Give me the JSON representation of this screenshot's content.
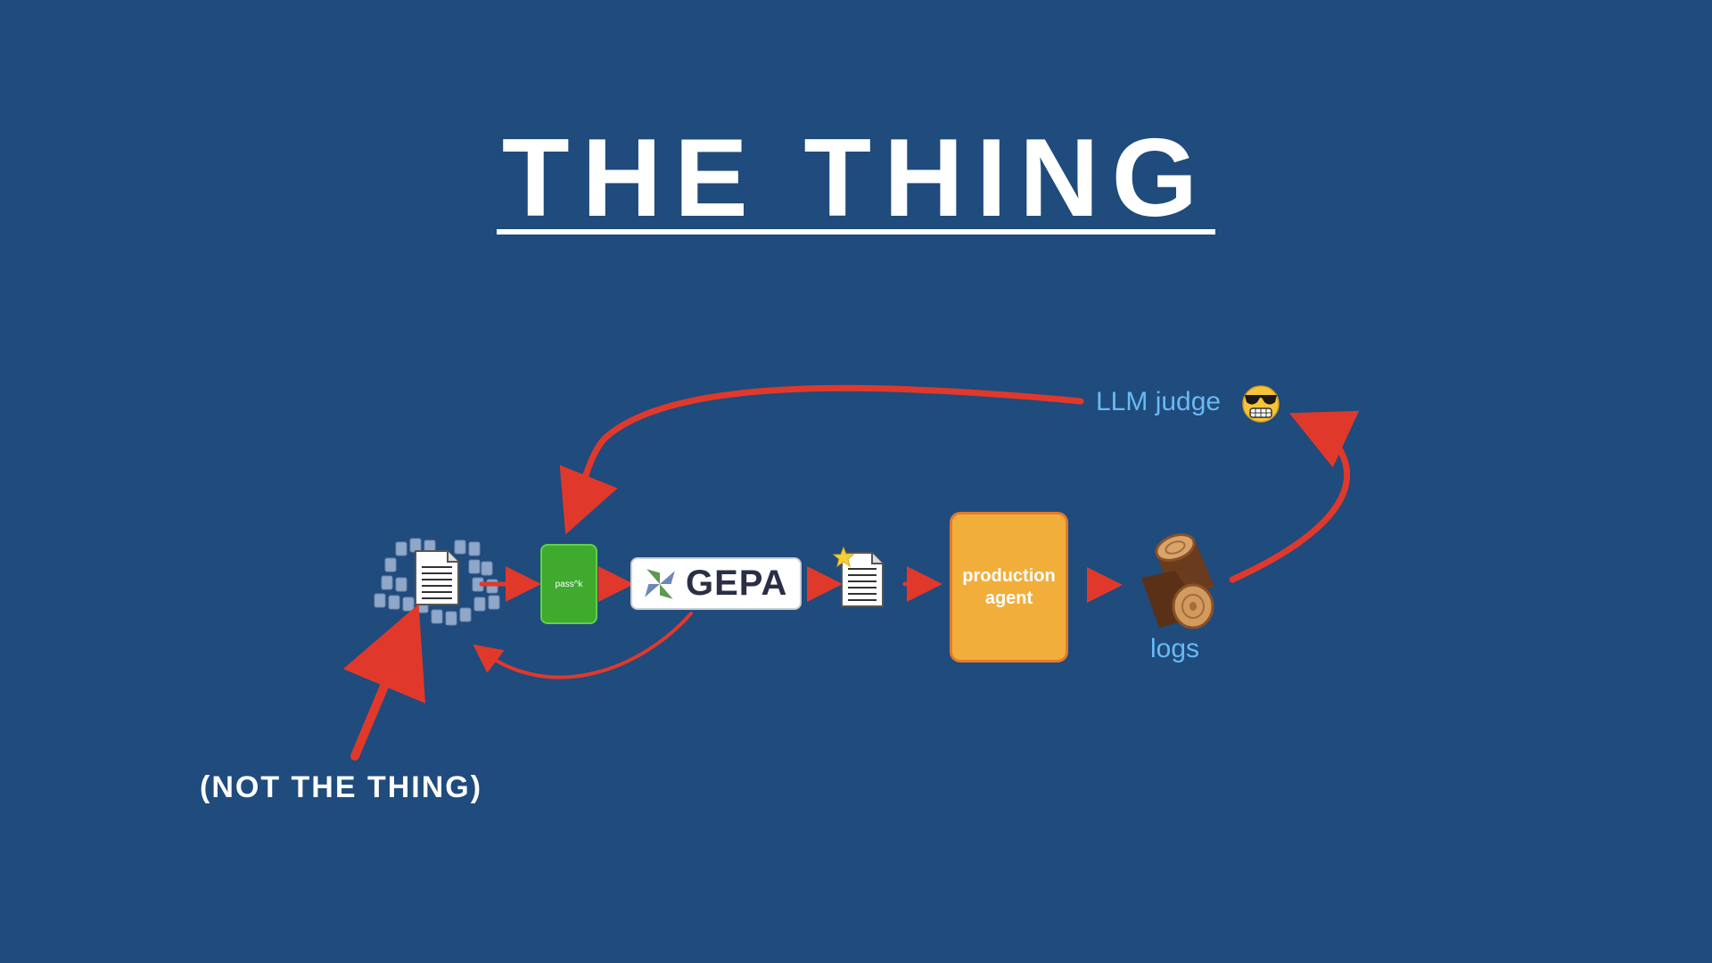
{
  "title": "THE THING",
  "pass_label": "pass^k",
  "gepa_label": "GEPA",
  "production_label": "production agent",
  "llm_judge_label": "LLM judge",
  "logs_label": "logs",
  "not_the_thing_label": "(NOT THE THING)",
  "icons": {
    "emoji": "sunglasses-grimace-emoji-icon",
    "docs": "document-cluster-icon",
    "star_doc": "starred-document-icon",
    "logs": "wood-logs-icon",
    "gepa_logo": "gepa-pinwheel-icon"
  },
  "colors": {
    "background": "#1f4b7d",
    "arrow": "#e0392b",
    "pass_box": "#3faa2e",
    "production_box": "#f2ae3b",
    "label_blue": "#69b9f2"
  }
}
